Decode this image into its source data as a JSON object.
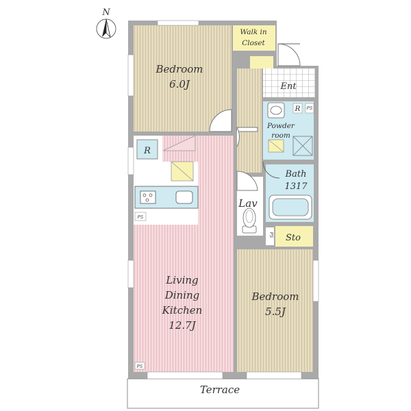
{
  "compass": {
    "label": "N",
    "icon": "north-arrow-icon"
  },
  "rooms": {
    "bedroom_north": {
      "line1": "Bedroom",
      "line2": "6.0J"
    },
    "walk_in_closet": {
      "line1": "Walk in",
      "line2": "Closet"
    },
    "entrance": {
      "label": "Ent"
    },
    "powder_room": {
      "line1": "Powder",
      "line2": "room"
    },
    "bath": {
      "line1": "Bath",
      "line2": "1317"
    },
    "lavatory": {
      "label": "Lav"
    },
    "storage": {
      "label": "Sto"
    },
    "ldk": {
      "line1": "Living",
      "line2": "Dining",
      "line3": "Kitchen",
      "line4": "12.7J"
    },
    "bedroom_south": {
      "line1": "Bedroom",
      "line2": "5.5J"
    },
    "terrace": {
      "label": "Terrace"
    }
  },
  "marks": {
    "refrigerator": "R",
    "washer": "R",
    "pipe_space": "PS"
  },
  "colors": {
    "bedroom": "#e6dcc0",
    "ldk": "#f6dadd",
    "wet_area": "#cfeaf1",
    "closet": "#f8f3b4",
    "entrance_tile": "#ffffff",
    "wall": "#a9a9a9"
  }
}
